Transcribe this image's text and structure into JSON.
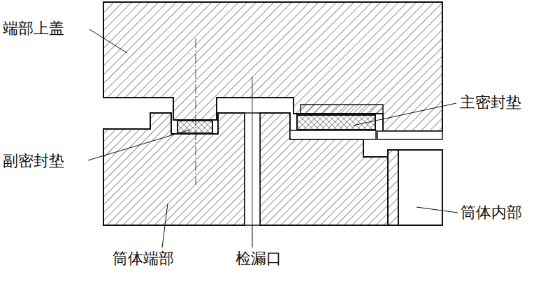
{
  "diagram": {
    "labels": [
      "端部上盖",
      "主密封垫",
      "副密封垫",
      "筒体端部",
      "检漏口",
      "筒体内部"
    ]
  }
}
